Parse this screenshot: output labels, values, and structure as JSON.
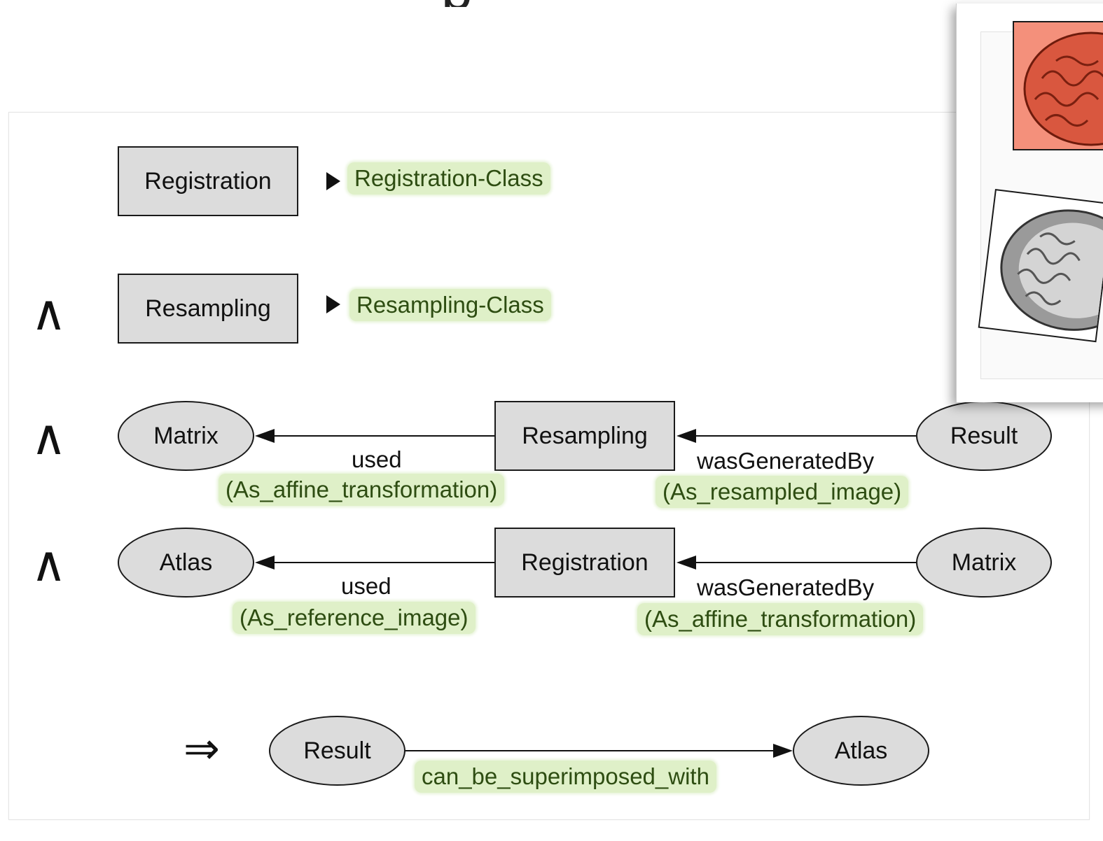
{
  "title_fragment": "p",
  "rows": {
    "row1": {
      "operator": "",
      "box": "Registration",
      "class_tag": "Registration-Class"
    },
    "row2": {
      "operator": "∧",
      "box": "Resampling",
      "class_tag": "Resampling-Class"
    },
    "row3": {
      "operator": "∧",
      "left_node": "Matrix",
      "center_node": "Resampling",
      "right_node": "Result",
      "left_edge_label": "used",
      "left_edge_tag": "(As_affine_transformation)",
      "right_edge_label": "wasGeneratedBy",
      "right_edge_tag": "(As_resampled_image)"
    },
    "row4": {
      "operator": "∧",
      "left_node": "Atlas",
      "center_node": "Registration",
      "right_node": "Matrix",
      "left_edge_label": "used",
      "left_edge_tag": "(As_reference_image)",
      "right_edge_label": "wasGeneratedBy",
      "right_edge_tag": "(As_affine_transformation)"
    },
    "conclusion": {
      "operator": "⇒",
      "left_node": "Result",
      "right_node": "Atlas",
      "edge_tag": "can_be_superimposed_with"
    }
  },
  "colors": {
    "node_fill": "#dcdcdc",
    "tag_fill": "#dff0c8",
    "tag_text": "#2e4d12",
    "brain_red_bg": "#f4907b"
  }
}
